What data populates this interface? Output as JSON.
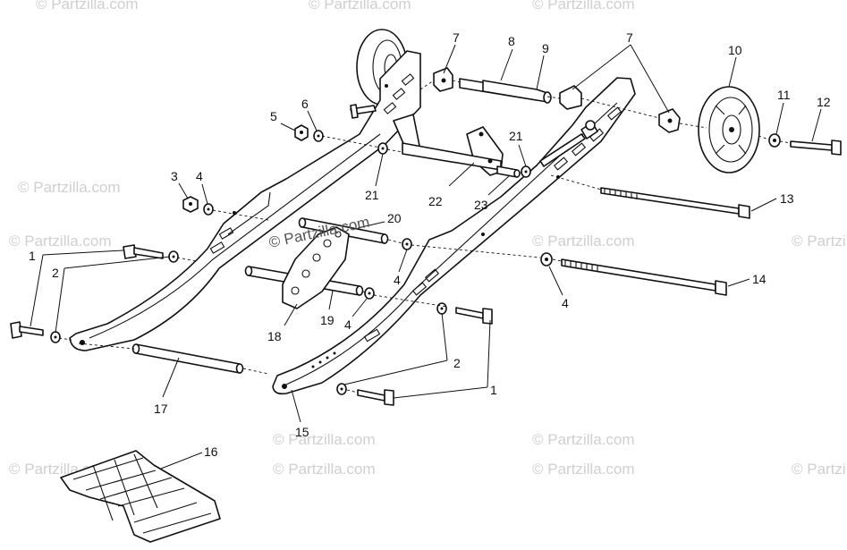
{
  "watermark": "© Partzilla.com",
  "callouts": {
    "c1a": "1",
    "c1b": "1",
    "c2a": "2",
    "c2b": "2",
    "c3": "3",
    "c4a": "4",
    "c4b": "4",
    "c4c": "4",
    "c4d": "4",
    "c5": "5",
    "c6": "6",
    "c7a": "7",
    "c7b": "7",
    "c8": "8",
    "c9": "9",
    "c10": "10",
    "c11": "11",
    "c12": "12",
    "c13": "13",
    "c14": "14",
    "c15": "15",
    "c16": "16",
    "c17": "17",
    "c18": "18",
    "c19": "19",
    "c20": "20",
    "c21a": "21",
    "c21b": "21",
    "c22": "22",
    "c23": "23"
  }
}
